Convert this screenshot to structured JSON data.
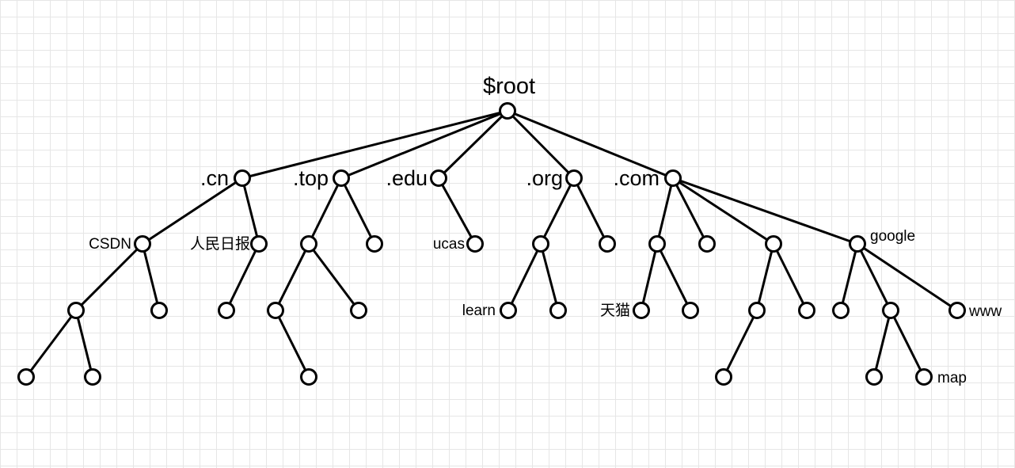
{
  "diagram": {
    "labels": {
      "root": "$root",
      "cn": ".cn",
      "top": ".top",
      "edu": ".edu",
      "org": ".org",
      "com": ".com",
      "csdn": "CSDN",
      "rmrb": "人民日报",
      "ucas": "ucas",
      "learn": "learn",
      "tianmao": "天猫",
      "google": "google",
      "www": "www",
      "map": "map"
    },
    "edges": [
      [
        "root",
        "cn"
      ],
      [
        "root",
        "top"
      ],
      [
        "root",
        "edu"
      ],
      [
        "root",
        "org"
      ],
      [
        "root",
        "com"
      ],
      [
        "cn",
        "csdn"
      ],
      [
        "cn",
        "rmrb"
      ],
      [
        "top",
        "top_a"
      ],
      [
        "top",
        "top_b"
      ],
      [
        "edu",
        "ucas"
      ],
      [
        "org",
        "org_a"
      ],
      [
        "org",
        "org_b"
      ],
      [
        "com",
        "com_a"
      ],
      [
        "com",
        "com_b"
      ],
      [
        "com",
        "com_c"
      ],
      [
        "com",
        "google"
      ],
      [
        "csdn",
        "csdn_a"
      ],
      [
        "csdn",
        "csdn_b"
      ],
      [
        "rmrb",
        "rmrb_a"
      ],
      [
        "top_a",
        "top_a1"
      ],
      [
        "top_a",
        "top_a2"
      ],
      [
        "top_a1",
        "top_a1x"
      ],
      [
        "org_a",
        "learn"
      ],
      [
        "org_a",
        "org_a2"
      ],
      [
        "com_a",
        "tianmao"
      ],
      [
        "com_a",
        "com_a2"
      ],
      [
        "com_c",
        "com_c1"
      ],
      [
        "com_c",
        "com_c2"
      ],
      [
        "com_c1",
        "com_c1x"
      ],
      [
        "google",
        "google_a"
      ],
      [
        "google",
        "google_b"
      ],
      [
        "google",
        "www"
      ],
      [
        "google_b",
        "google_b1"
      ],
      [
        "google_b",
        "map"
      ],
      [
        "csdn_a",
        "csdn_a1"
      ],
      [
        "csdn_a",
        "csdn_a2"
      ]
    ]
  }
}
